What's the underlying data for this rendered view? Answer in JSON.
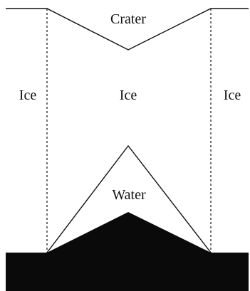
{
  "labels": {
    "crater": "Crater",
    "ice_left": "Ice",
    "ice_center": "Ice",
    "ice_right": "Ice",
    "water": "Water"
  },
  "colors": {
    "line": "#111111",
    "bedrock": "#0a0a0a",
    "background": "#ffffff"
  }
}
